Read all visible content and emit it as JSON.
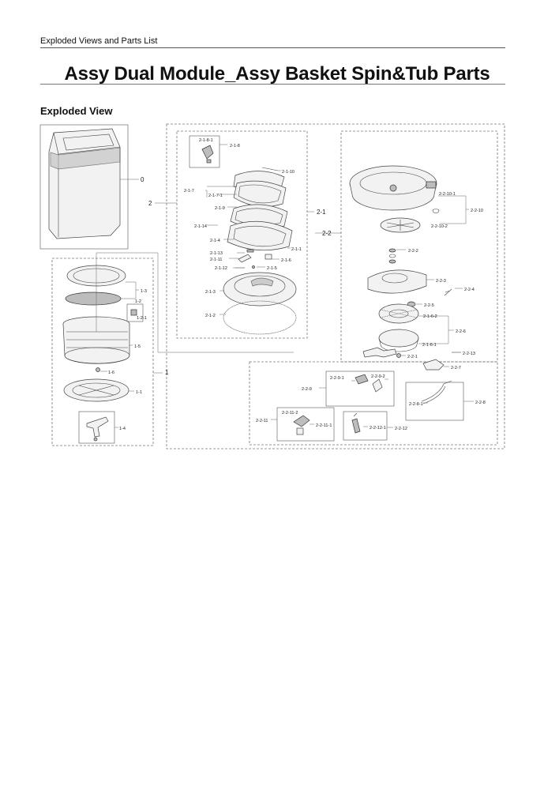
{
  "header": {
    "text": "Exploded Views and Parts List"
  },
  "title": "Assy Dual Module_Assy Basket Spin&Tub Parts",
  "section": "Exploded View",
  "labels": {
    "l0": "0",
    "l1": "1",
    "l2": "2",
    "l2_1": "2-1",
    "l2_2": "2-2",
    "l2_1_8_1": "2-1-8-1",
    "l2_1_8": "2-1-8",
    "l2_1_10": "2-1-10",
    "l2_1_7": "2-1-7",
    "l2_1_7_1": "2-1-7-1",
    "l2_1_9": "2-1-9",
    "l2_1_14": "2-1-14",
    "l2_1_4": "2-1-4",
    "l2_1_1": "2-1-1",
    "l2_1_13": "2-1-13",
    "l2_1_11": "2-1-11",
    "l2_1_6": "2-1-6",
    "l2_1_12": "2-1-12",
    "l2_1_5": "2-1-5",
    "l2_1_3": "2-1-3",
    "l2_1_2": "2-1-2",
    "l2_2_10_1": "2-2-10-1",
    "l2_2_10": "2-2-10",
    "l2_2_10_2": "2-2-10-2",
    "l2_2_2": "2-2-2",
    "l2_2_3": "2-2-3",
    "l2_2_4": "2-2-4",
    "l2_2_5": "2-2-5",
    "l2_1_6_2": "2-1-6-2",
    "l2_2_6": "2-2-6",
    "l2_1_6_1": "2-1-6-1",
    "l2_2_13": "2-2-13",
    "l2_2_1": "2-2-1",
    "l2_2_7": "2-2-7",
    "l2_2_9_1": "2-2-9-1",
    "l2_2_9_2": "2-2-9-2",
    "l2_2_9": "2-2-9",
    "l2_2_8_1": "2-2-8-1",
    "l2_2_8": "2-2-8",
    "l2_2_11_2": "2-2-11-2",
    "l2_2_11": "2-2-11",
    "l2_2_11_1": "2-2-11-1",
    "l2_2_12_1": "2-2-12-1",
    "l2_2_12": "2-2-12",
    "l1_3": "1-3",
    "l1_2": "1-2",
    "l1_2_1": "1-2-1",
    "l1_5": "1-5",
    "l1_6": "1-6",
    "l1_1": "1-1",
    "l1_4": "1-4"
  }
}
